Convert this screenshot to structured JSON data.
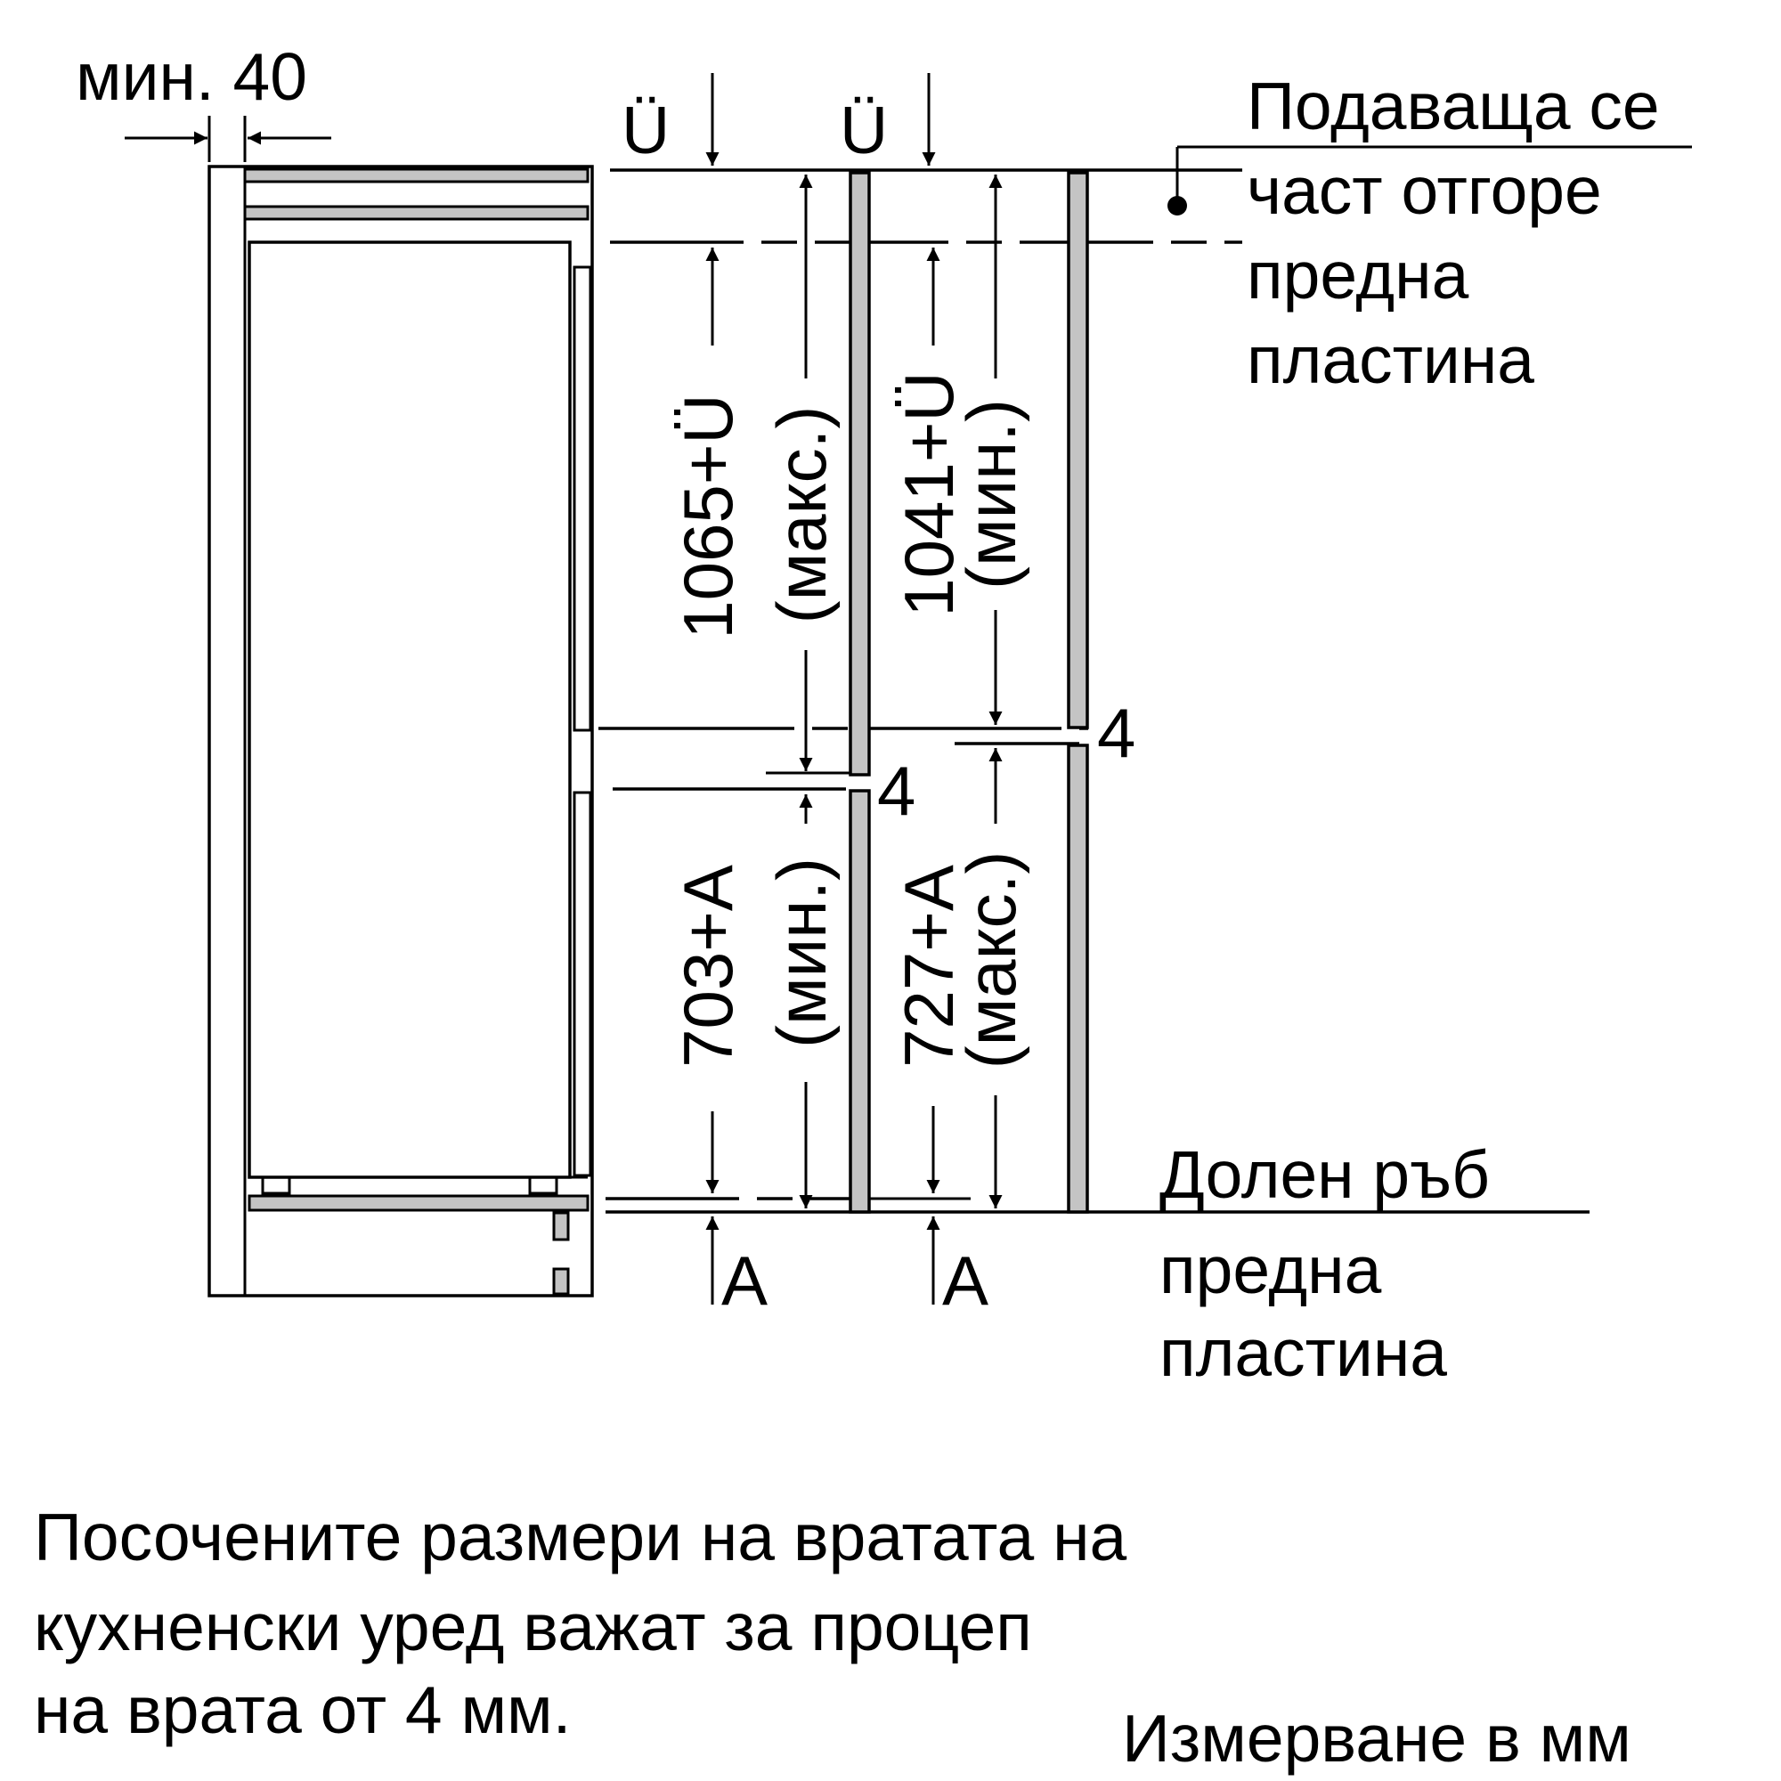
{
  "labels": {
    "min_gap": "мин. 40",
    "overhang_left": "Ü",
    "overhang_right": "Ü",
    "upper_door_max": "1065+Ü",
    "upper_door_max_note": "(макс.)",
    "upper_door_min": "1041+Ü",
    "upper_door_min_note": "(мин.)",
    "lower_door_min": "703+A",
    "lower_door_min_note": "(мин.)",
    "lower_door_max": "727+A",
    "lower_door_max_note": "(макс.)",
    "gap_left": "4",
    "gap_right": "4",
    "bottom_left": "A",
    "bottom_right": "A",
    "top_callout": [
      "Подаваща се",
      "част отгоре",
      "предна",
      "пластина"
    ],
    "bottom_callout": [
      "Долен ръб",
      "предна",
      "пластина"
    ]
  },
  "footnote": [
    "Посочените размери на вратата на",
    "кухненски уред важат за процеп",
    "на врата от 4 мм."
  ],
  "units_note": "Измерване в мм",
  "colors": {
    "panel": "#c4c4c4",
    "line": "#000000",
    "background": "#ffffff"
  }
}
